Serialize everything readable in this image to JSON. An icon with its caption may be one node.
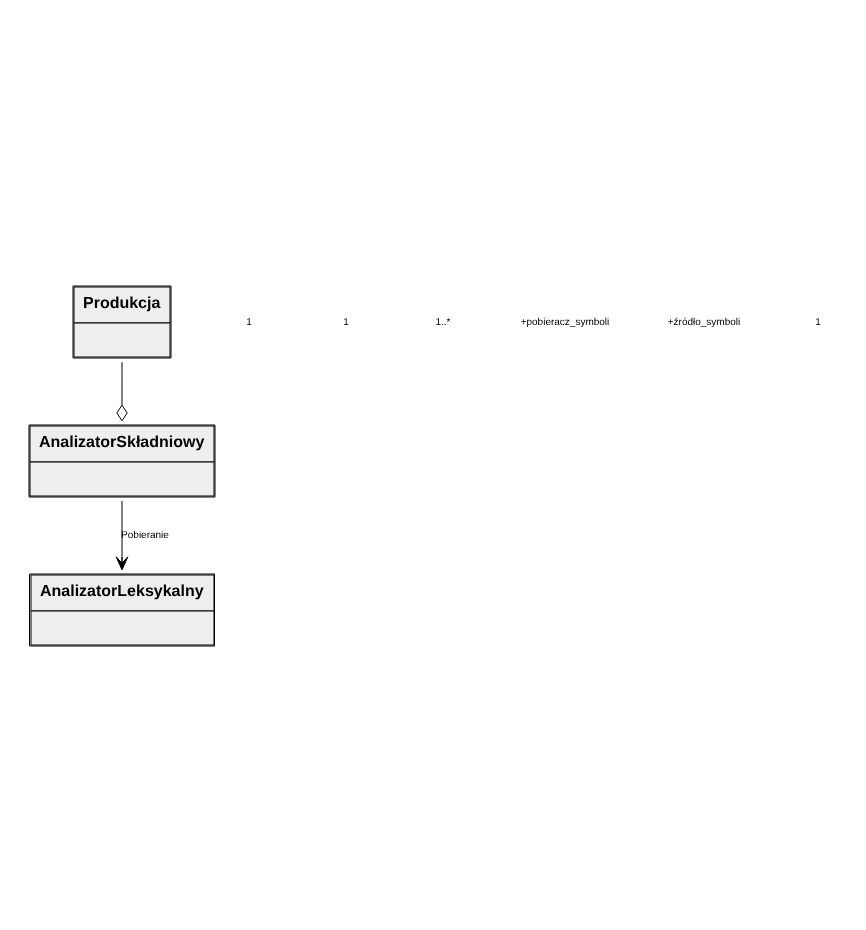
{
  "diagram": {
    "nodes": [
      {
        "text": [
          "AnalizatorSkładniowy"
        ]
      },
      {
        "text": [
          "Produkcja"
        ]
      },
      {
        "text": [
          "AnalizatorLeksykalny"
        ]
      }
    ],
    "edges": [
      {
        "from": 1,
        "to": 0,
        "arrow": "other"
      },
      {
        "from": 0,
        "to": 2,
        "arrow": "to",
        "label": "Pobieranie"
      }
    ],
    "labels": [
      "1",
      "1",
      "1..*",
      "+pobieracz_symboli",
      "+źródło_symboli",
      "1"
    ]
  }
}
